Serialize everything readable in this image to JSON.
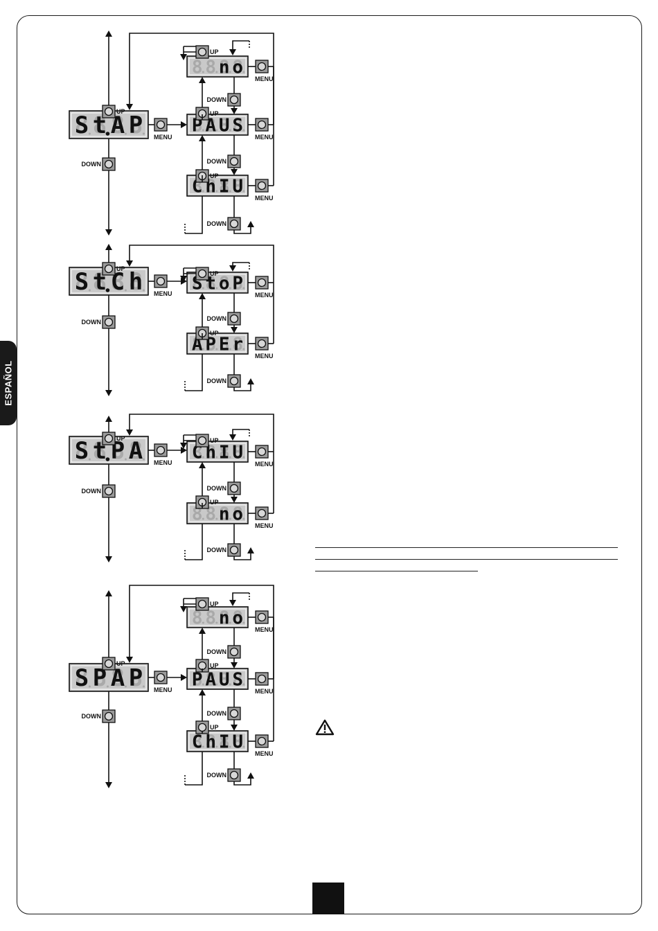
{
  "sidebar": {
    "label": "ESPAÑOL"
  },
  "buttons": {
    "up": "UP",
    "down": "DOWN",
    "menu": "MENU"
  },
  "flows": [
    {
      "main": "St.AP",
      "options": [
        "no",
        "PAUS",
        "ChIU"
      ]
    },
    {
      "main": "St.Ch",
      "options": [
        "StoP",
        "APEr"
      ]
    },
    {
      "main": "St.PA",
      "options": [
        "ChIU",
        "no"
      ]
    },
    {
      "main": "SPAP",
      "options": [
        "no",
        "PAUS",
        "ChIU"
      ]
    }
  ],
  "icons": {
    "warning": "warning-triangle-icon"
  }
}
